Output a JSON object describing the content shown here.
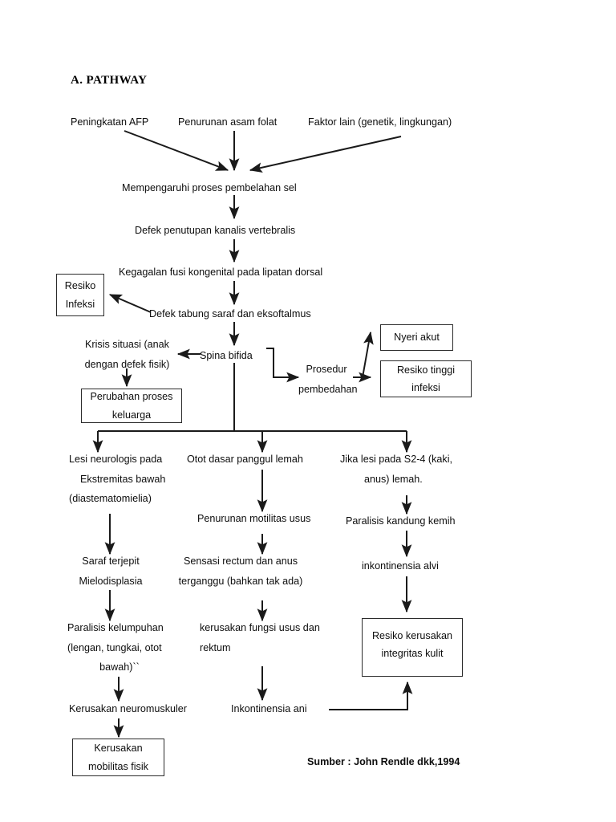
{
  "document": {
    "heading": "A.  PATHWAY",
    "source_note": "Sumber : John Rendle dkk,1994"
  },
  "nodes": {
    "peningkatan_afp": "Peningkatan AFP",
    "penurunan_asam_folat": "Penurunan asam folat",
    "faktor_lain": "Faktor lain (genetik, lingkungan)",
    "mempengaruhi": "Mempengaruhi proses pembelahan sel",
    "defek_penutupan": "Defek penutupan kanalis vertebralis",
    "kegagalan_fusi": "Kegagalan fusi kongenital pada lipatan dorsal",
    "defek_tabung": "Defek tabung saraf dan eksoftalmus",
    "spina_bifida": "Spina bifida",
    "krisis_situasi_l1": "Krisis situasi (anak",
    "krisis_situasi_l2": "dengan defek fisik)",
    "prosedur_l1": "Prosedur",
    "prosedur_l2": "pembedahan",
    "lesi_neurologis_l1": "Lesi neurologis pada",
    "lesi_neurologis_l2": "Ekstremitas bawah",
    "lesi_neurologis_l3": "(diastematomielia)",
    "otot_dasar": "Otot dasar panggul lemah",
    "jika_lesi_l1": "Jika lesi pada S2-4 (kaki,",
    "jika_lesi_l2": "anus) lemah.",
    "penurunan_motilitas": "Penurunan motilitas usus",
    "paralisis_kandung": "Paralisis kandung kemih",
    "saraf_terjepit_l1": "Saraf terjepit",
    "saraf_terjepit_l2": "Mielodisplasia",
    "sensasi_rectum_l1": "Sensasi rectum dan anus",
    "sensasi_rectum_l2": "terganggu (bahkan tak ada)",
    "inkontinensia_alvi": "inkontinensia alvi",
    "paralisis_kelumpuhan_l1": "Paralisis kelumpuhan",
    "paralisis_kelumpuhan_l2": "(lengan, tungkai, otot",
    "paralisis_kelumpuhan_l3": "bawah)``",
    "kerusakan_fungsi_l1": "kerusakan fungsi usus dan",
    "kerusakan_fungsi_l2": "rektum",
    "kerusakan_neuromuskuler": "Kerusakan neuromuskuler",
    "inkontinensia_ani": "Inkontinensia ani"
  },
  "boxes": {
    "resiko_infeksi": {
      "line1": "Resiko",
      "line2": "Infeksi"
    },
    "perubahan_proses": {
      "line1": "Perubahan proses",
      "line2": "keluarga"
    },
    "nyeri_akut": {
      "line1": "Nyeri akut",
      "line2": ""
    },
    "resiko_tinggi_infeksi": {
      "line1": "Resiko tinggi",
      "line2": "infeksi"
    },
    "resiko_kerusakan_kulit": {
      "line1": "Resiko kerusakan",
      "line2": "integritas kulit"
    },
    "kerusakan_mobilitas": {
      "line1": "Kerusakan",
      "line2": "mobilitas fisik"
    }
  },
  "chart_data": {
    "type": "diagram",
    "title": "A.  PATHWAY",
    "diagram_kind": "clinical pathway flowchart (spina bifida)",
    "nodes": [
      {
        "id": "peningkatan_afp",
        "label": "Peningkatan AFP",
        "shape": "text"
      },
      {
        "id": "penurunan_asam_folat",
        "label": "Penurunan asam folat",
        "shape": "text"
      },
      {
        "id": "faktor_lain",
        "label": "Faktor lain (genetik, lingkungan)",
        "shape": "text"
      },
      {
        "id": "mempengaruhi",
        "label": "Mempengaruhi proses pembelahan sel",
        "shape": "text"
      },
      {
        "id": "defek_penutupan",
        "label": "Defek penutupan kanalis vertebralis",
        "shape": "text"
      },
      {
        "id": "kegagalan_fusi",
        "label": "Kegagalan fusi kongenital pada lipatan dorsal",
        "shape": "text"
      },
      {
        "id": "defek_tabung",
        "label": "Defek tabung saraf dan eksoftalmus",
        "shape": "text"
      },
      {
        "id": "resiko_infeksi",
        "label": "Resiko Infeksi",
        "shape": "box"
      },
      {
        "id": "spina_bifida",
        "label": "Spina bifida",
        "shape": "text"
      },
      {
        "id": "krisis_situasi",
        "label": "Krisis situasi (anak dengan defek fisik)",
        "shape": "text"
      },
      {
        "id": "perubahan_proses",
        "label": "Perubahan proses keluarga",
        "shape": "box"
      },
      {
        "id": "prosedur_pembedahan",
        "label": "Prosedur pembedahan",
        "shape": "text"
      },
      {
        "id": "nyeri_akut",
        "label": "Nyeri akut",
        "shape": "box"
      },
      {
        "id": "resiko_tinggi_infeksi",
        "label": "Resiko tinggi infeksi",
        "shape": "box"
      },
      {
        "id": "lesi_neurologis",
        "label": "Lesi neurologis pada Ekstremitas bawah (diastematomielia)",
        "shape": "text"
      },
      {
        "id": "otot_dasar",
        "label": "Otot dasar panggul lemah",
        "shape": "text"
      },
      {
        "id": "jika_lesi",
        "label": "Jika lesi pada S2-4 (kaki, anus) lemah.",
        "shape": "text"
      },
      {
        "id": "saraf_terjepit",
        "label": "Saraf terjepit Mielodisplasia",
        "shape": "text"
      },
      {
        "id": "penurunan_motilitas",
        "label": "Penurunan motilitas usus",
        "shape": "text"
      },
      {
        "id": "paralisis_kandung",
        "label": "Paralisis kandung kemih",
        "shape": "text"
      },
      {
        "id": "sensasi_rectum",
        "label": "Sensasi rectum dan anus terganggu (bahkan tak ada)",
        "shape": "text"
      },
      {
        "id": "inkontinensia_alvi",
        "label": "inkontinensia alvi",
        "shape": "text"
      },
      {
        "id": "paralisis_kelumpuhan",
        "label": "Paralisis kelumpuhan (lengan, tungkai, otot bawah)``",
        "shape": "text"
      },
      {
        "id": "kerusakan_fungsi",
        "label": "kerusakan fungsi usus dan rektum",
        "shape": "text"
      },
      {
        "id": "resiko_kerusakan_kulit",
        "label": "Resiko kerusakan integritas kulit",
        "shape": "box"
      },
      {
        "id": "kerusakan_neuromuskuler",
        "label": "Kerusakan neuromuskuler",
        "shape": "text"
      },
      {
        "id": "inkontinensia_ani",
        "label": "Inkontinensia ani",
        "shape": "text"
      },
      {
        "id": "kerusakan_mobilitas",
        "label": "Kerusakan mobilitas fisik",
        "shape": "box"
      }
    ],
    "edges": [
      {
        "from": "peningkatan_afp",
        "to": "mempengaruhi"
      },
      {
        "from": "penurunan_asam_folat",
        "to": "mempengaruhi"
      },
      {
        "from": "faktor_lain",
        "to": "mempengaruhi"
      },
      {
        "from": "mempengaruhi",
        "to": "defek_penutupan"
      },
      {
        "from": "defek_penutupan",
        "to": "kegagalan_fusi"
      },
      {
        "from": "kegagalan_fusi",
        "to": "defek_tabung"
      },
      {
        "from": "defek_tabung",
        "to": "resiko_infeksi"
      },
      {
        "from": "defek_tabung",
        "to": "spina_bifida"
      },
      {
        "from": "spina_bifida",
        "to": "krisis_situasi"
      },
      {
        "from": "krisis_situasi",
        "to": "perubahan_proses"
      },
      {
        "from": "spina_bifida",
        "to": "prosedur_pembedahan"
      },
      {
        "from": "prosedur_pembedahan",
        "to": "nyeri_akut"
      },
      {
        "from": "prosedur_pembedahan",
        "to": "resiko_tinggi_infeksi"
      },
      {
        "from": "spina_bifida",
        "to": "lesi_neurologis"
      },
      {
        "from": "spina_bifida",
        "to": "otot_dasar"
      },
      {
        "from": "spina_bifida",
        "to": "jika_lesi"
      },
      {
        "from": "lesi_neurologis",
        "to": "saraf_terjepit"
      },
      {
        "from": "saraf_terjepit",
        "to": "paralisis_kelumpuhan"
      },
      {
        "from": "paralisis_kelumpuhan",
        "to": "kerusakan_neuromuskuler"
      },
      {
        "from": "kerusakan_neuromuskuler",
        "to": "kerusakan_mobilitas"
      },
      {
        "from": "otot_dasar",
        "to": "penurunan_motilitas"
      },
      {
        "from": "penurunan_motilitas",
        "to": "sensasi_rectum"
      },
      {
        "from": "sensasi_rectum",
        "to": "kerusakan_fungsi"
      },
      {
        "from": "kerusakan_fungsi",
        "to": "inkontinensia_ani"
      },
      {
        "from": "inkontinensia_ani",
        "to": "resiko_kerusakan_kulit"
      },
      {
        "from": "jika_lesi",
        "to": "paralisis_kandung"
      },
      {
        "from": "paralisis_kandung",
        "to": "inkontinensia_alvi"
      },
      {
        "from": "inkontinensia_alvi",
        "to": "resiko_kerusakan_kulit"
      }
    ],
    "source": "Sumber : John Rendle dkk,1994"
  }
}
